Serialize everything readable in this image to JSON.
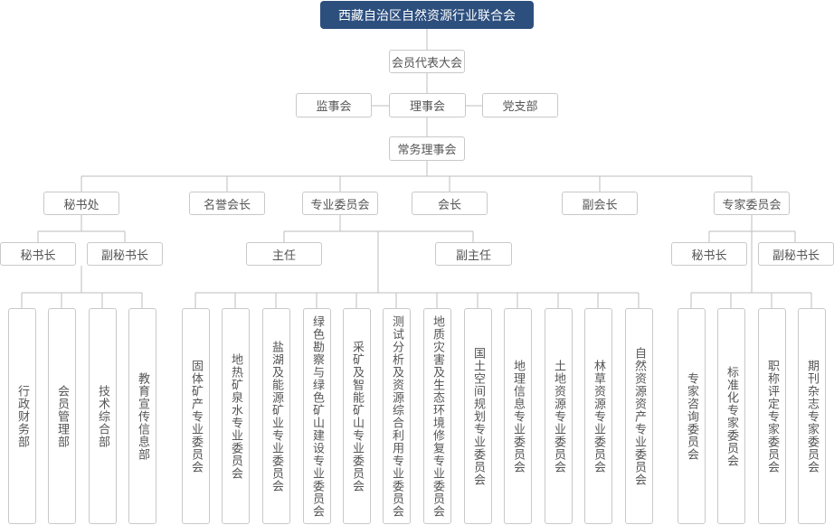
{
  "root": "西藏自治区自然资源行业联合会",
  "level1": "会员代表大会",
  "level2": [
    "监事会",
    "理事会",
    "党支部"
  ],
  "level3": "常务理事会",
  "level4": [
    "秘书处",
    "名誉会长",
    "专业委员会",
    "会长",
    "副会长",
    "专家委员会"
  ],
  "secretariat": {
    "roles": [
      "秘书长",
      "副秘书长"
    ],
    "departments": [
      "行政财务部",
      "会员管理部",
      "技术综合部",
      "教育宣传信息部"
    ]
  },
  "professional": {
    "roles": [
      "主任",
      "副主任"
    ],
    "committees": [
      "固体矿产专业委员会",
      "地热矿泉水专业委员会",
      "盐湖及能源矿业专业委员会",
      "绿色勘察与绿色矿山建设专业委员会",
      "采矿及智能矿山专业委员会",
      "测试分析及资源综合利用专业委员会",
      "地质灾害及生态环境修复专业委员会",
      "国土空间规划专业委员会",
      "地理信息专业委员会",
      "土地资源专业委员会",
      "林草资源专业委员会",
      "自然资源资产专业委员会"
    ]
  },
  "experts": {
    "roles": [
      "秘书长",
      "副秘书长"
    ],
    "committees": [
      "专家咨询委员会",
      "标准化专家委员会",
      "职称评定专家委员会",
      "期刊杂志专家委员会"
    ]
  },
  "colors": {
    "root_bg": "#2c4f7e",
    "line": "#bdbdbd",
    "border": "#c9c9c9"
  }
}
